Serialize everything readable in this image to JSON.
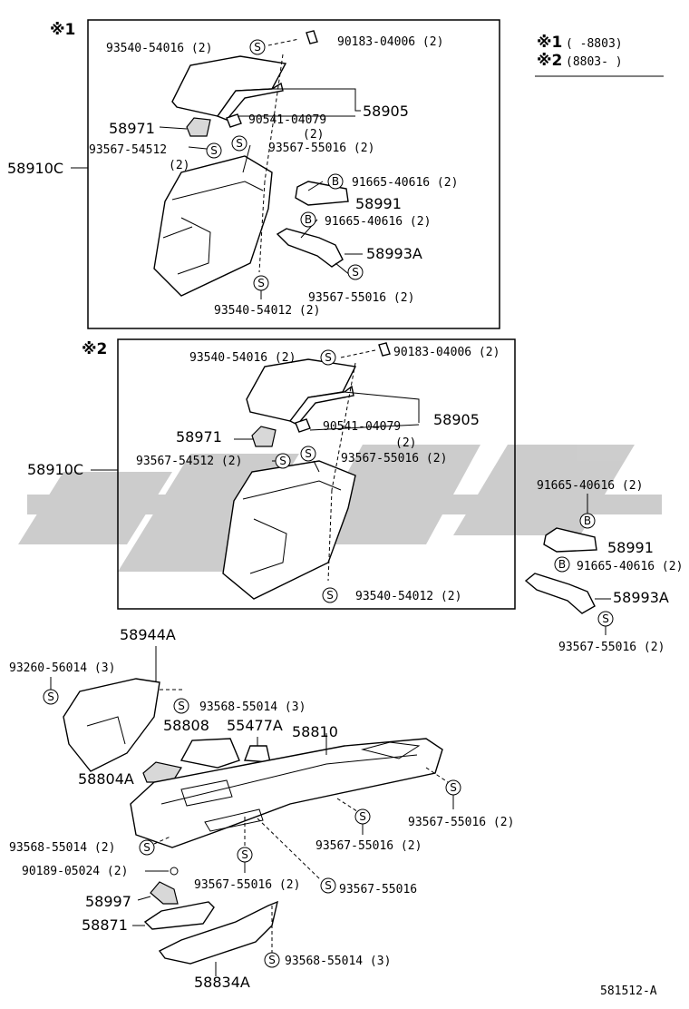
{
  "legend": {
    "ref1_mark": "※1",
    "ref1_text": "(      -8803)",
    "ref2_mark": "※2",
    "ref2_text": "(8803-      )"
  },
  "box1": {
    "mark": "※1",
    "assy_label": "58910C",
    "items": {
      "a": "93540-54016 (2)",
      "b": "90183-04006 (2)",
      "c": "58905",
      "d": "90541-04079",
      "d2": "(2)",
      "e": "58971",
      "f": "93567-54512",
      "f2": "(2)",
      "g": "93567-55016 (2)",
      "h": "91665-40616 (2)",
      "i": "58991",
      "j": "91665-40616 (2)",
      "k": "58993A",
      "l": "93567-55016 (2)",
      "m": "93540-54012 (2)"
    }
  },
  "box2": {
    "mark": "※2",
    "assy_label": "58910C",
    "items": {
      "a": "93540-54016 (2)",
      "b": "90183-04006 (2)",
      "c": "58905",
      "d": "90541-04079",
      "d2": "(2)",
      "e": "58971",
      "f": "93567-54512 (2)",
      "g": "93567-55016 (2)",
      "m": "93540-54012 (2)"
    }
  },
  "right": {
    "h": "91665-40616 (2)",
    "i": "58991",
    "j": "91665-40616 (2)",
    "k": "58993A",
    "l": "93567-55016 (2)"
  },
  "lower": {
    "p1": "58944A",
    "p2": "93260-56014 (3)",
    "p3": "93568-55014 (3)",
    "p4": "58808",
    "p5": "55477A",
    "p6": "58810",
    "p7": "58804A",
    "p8": "93567-55016 (2)",
    "p9": "93567-55016 (2)",
    "p10": "93568-55014 (2)",
    "p11": "90189-05024 (2)",
    "p12": "93567-55016 (2)",
    "p13": "93567-55016",
    "p14": "58997",
    "p15": "58871",
    "p16": "93568-55014 (3)",
    "p17": "58834A"
  },
  "symbols": {
    "s": "S",
    "b": "B"
  },
  "footer_code": "581512-A"
}
